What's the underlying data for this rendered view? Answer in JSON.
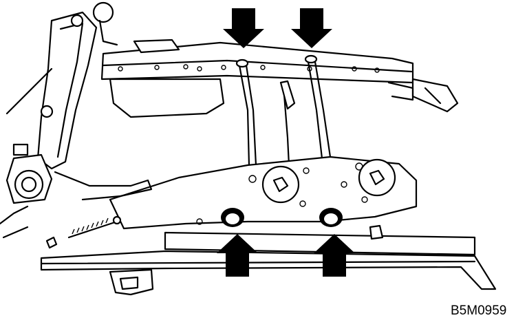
{
  "figure": {
    "code": "B5M0959",
    "colors": {
      "line": "#000000",
      "background": "#ffffff"
    },
    "callouts": [
      {
        "name": "arrow-down-left",
        "direction": "down"
      },
      {
        "name": "arrow-down-right",
        "direction": "down"
      },
      {
        "name": "arrow-up-left",
        "direction": "up"
      },
      {
        "name": "arrow-up-right",
        "direction": "up"
      }
    ]
  }
}
